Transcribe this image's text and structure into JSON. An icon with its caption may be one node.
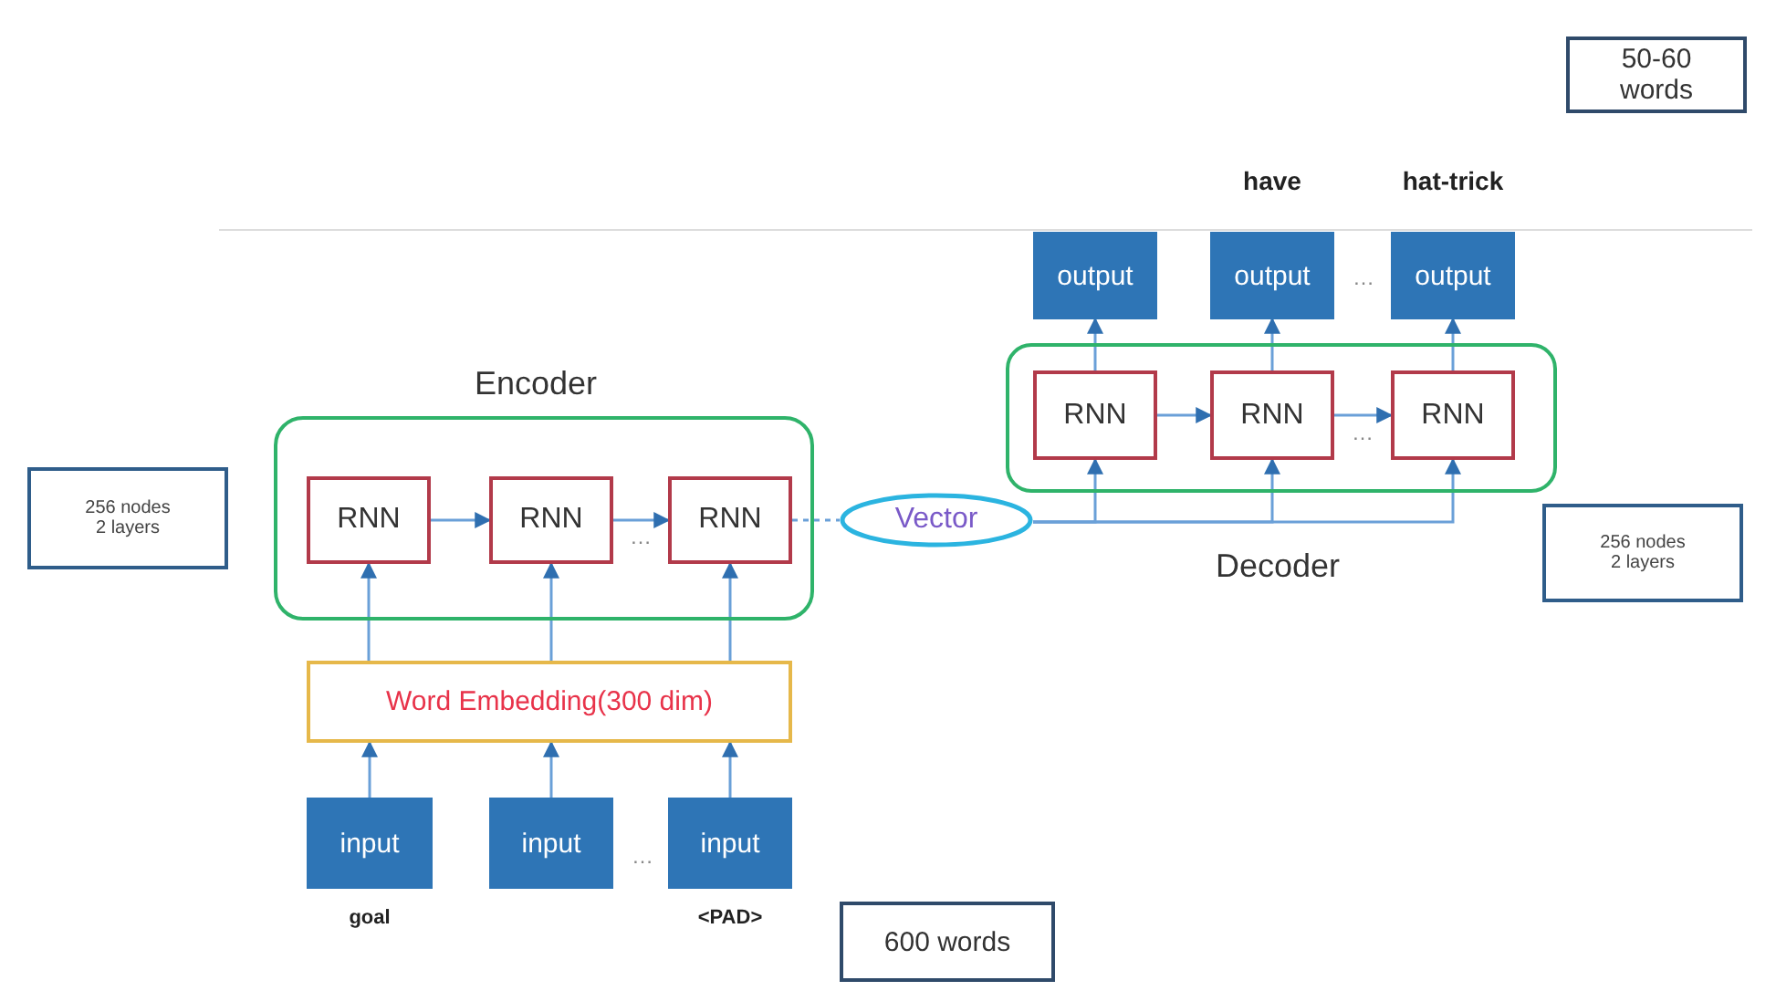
{
  "diagram": {
    "nodes": [
      {
        "text": [
          "Encoder"
        ]
      },
      {
        "text": [
          "RNN"
        ],
        "in": 0
      },
      {
        "text": [
          "RNN"
        ],
        "in": 0
      },
      {
        "text": [
          "RNN"
        ],
        "in": 0
      },
      {
        "text": [
          "Word Embedding(300 dim)"
        ]
      },
      {
        "text": [
          "input"
        ],
        "beside": [
          "goal"
        ]
      },
      {
        "text": [
          "input"
        ]
      },
      {
        "text": [
          "input"
        ],
        "beside": [
          "<PAD>"
        ]
      },
      {
        "text": [
          "Vector"
        ]
      },
      {
        "text": [
          "Decoder"
        ]
      },
      {
        "text": [
          "RNN"
        ],
        "in": 9
      },
      {
        "text": [
          "RNN"
        ],
        "in": 9
      },
      {
        "text": [
          "RNN"
        ],
        "in": 9
      },
      {
        "text": [
          "output"
        ]
      },
      {
        "text": [
          "output"
        ],
        "beside": [
          "have"
        ]
      },
      {
        "text": [
          "output"
        ],
        "beside": [
          "hat-trick"
        ]
      },
      {
        "text": [
          "256 nodes 2 layers"
        ]
      },
      {
        "text": [
          "256 nodes 2 layers"
        ]
      },
      {
        "text": [
          "600 words"
        ]
      },
      {
        "text": [
          "50-60 words"
        ]
      }
    ],
    "edges": [
      {
        "from": 1,
        "to": 2,
        "arrow": "to"
      },
      {
        "from": 2,
        "to": 3,
        "arrow": "to",
        "label": "…"
      },
      {
        "from": 4,
        "to": 1,
        "arrow": "to"
      },
      {
        "from": 4,
        "to": 2,
        "arrow": "to"
      },
      {
        "from": 4,
        "to": 3,
        "arrow": "to"
      },
      {
        "from": 5,
        "to": 4,
        "arrow": "to"
      },
      {
        "from": 6,
        "to": 4,
        "arrow": "to"
      },
      {
        "from": 7,
        "to": 4,
        "arrow": "to"
      },
      {
        "from": 3,
        "to": 8,
        "arrow": "none",
        "style": "dashed"
      },
      {
        "from": 8,
        "to": 10,
        "arrow": "to"
      },
      {
        "from": 8,
        "to": 11,
        "arrow": "to"
      },
      {
        "from": 8,
        "to": 12,
        "arrow": "to"
      },
      {
        "from": 10,
        "to": 11,
        "arrow": "to"
      },
      {
        "from": 11,
        "to": 12,
        "arrow": "to",
        "label": "…"
      },
      {
        "from": 10,
        "to": 13,
        "arrow": "to"
      },
      {
        "from": 11,
        "to": 14,
        "arrow": "to"
      },
      {
        "from": 12,
        "to": 15,
        "arrow": "to"
      }
    ],
    "labels": [
      "…",
      "…"
    ]
  }
}
